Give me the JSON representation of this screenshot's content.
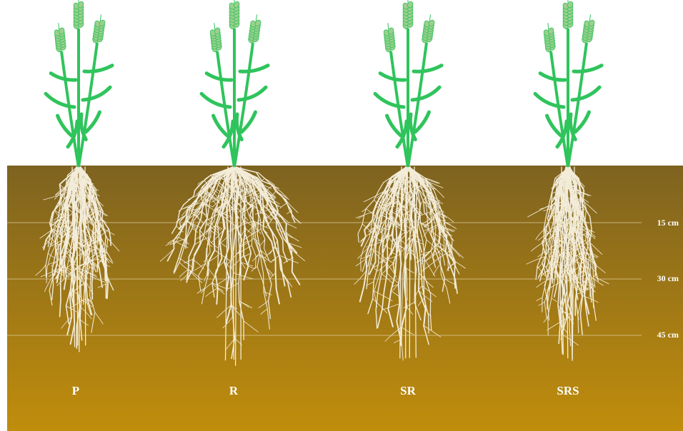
{
  "colors": {
    "soil_top": "#7e6320",
    "soil_bottom": "#c08d0c",
    "root": "#f3ecd9",
    "stem": "#2fc45c",
    "spike": "#9ccf8e",
    "guide_line": "#e9dcb6",
    "label": "#ffffff"
  },
  "depth_markers": [
    {
      "label": "15 cm"
    },
    {
      "label": "30 cm"
    },
    {
      "label": "45 cm"
    }
  ],
  "plants": [
    {
      "label": "P",
      "root_style": "narrow-dense"
    },
    {
      "label": "R",
      "root_style": "wide-shallow"
    },
    {
      "label": "SR",
      "root_style": "wide-spread"
    },
    {
      "label": "SRS",
      "root_style": "narrow-deep"
    }
  ]
}
